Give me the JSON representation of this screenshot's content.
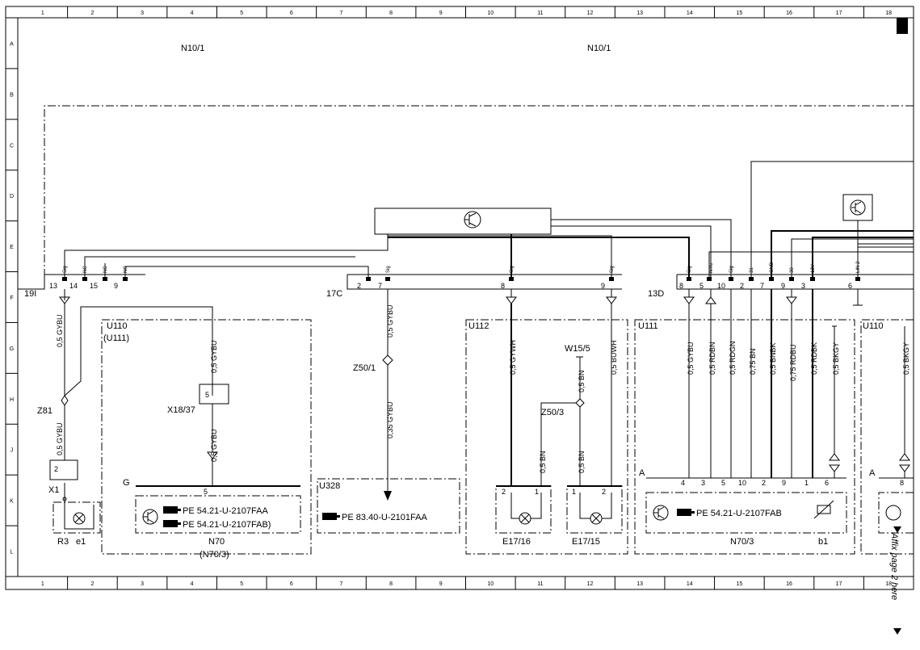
{
  "frame": {
    "columns": [
      "1",
      "2",
      "3",
      "4",
      "5",
      "6",
      "7",
      "8",
      "9",
      "10",
      "11",
      "12",
      "13",
      "14",
      "15",
      "16",
      "17",
      "18"
    ],
    "rows": [
      "A",
      "B",
      "C",
      "D",
      "E",
      "F",
      "G",
      "H",
      "J",
      "K",
      "L"
    ]
  },
  "components": {
    "n10_1_left": "N10/1",
    "n10_1_right": "N10/1",
    "conn_19i": "19I",
    "conn_17c": "17C",
    "conn_13d": "13D",
    "u110": "U110",
    "u111_paren": "(U111)",
    "u112": "U112",
    "u111": "U111",
    "u110_right": "U110",
    "u328": "U328",
    "z81": "Z81",
    "z50_1": "Z50/1",
    "z50_3": "Z50/3",
    "w15_5": "W15/5",
    "x18_37": "X18/37",
    "x1": "X1",
    "r3": "R3",
    "e1": "e1",
    "g": "G",
    "n70": "N70",
    "n70_3_paren": "(N70/3)",
    "e17_16": "E17/16",
    "e17_15": "E17/15",
    "n70_3": "N70/3",
    "b1": "b1",
    "a_left": "A",
    "a_right": "A"
  },
  "pin_labels": {
    "p13": "13",
    "p14": "14",
    "p15": "15",
    "p9a": "9",
    "p2a": "2",
    "p7a": "7",
    "p8a": "8",
    "p9b": "9",
    "p8b": "8",
    "p5a": "5",
    "p10a": "10",
    "p2b": "2",
    "p7b": "7",
    "p9c": "9",
    "p3a": "3",
    "p6a": "6",
    "x1_2": "2",
    "x18_5": "5",
    "g_5": "5",
    "e16_2": "2",
    "e16_1": "1",
    "e15_1": "1",
    "e15_2": "2",
    "a4": "4",
    "a3": "3",
    "a5": "5",
    "a10": "10",
    "a2": "2",
    "a9": "9",
    "a1": "1",
    "a6": "6",
    "ar8": "8"
  },
  "signal_labels": {
    "s_sig": "Sig",
    "s_nc1": "NC",
    "s_nc2": "NC",
    "s_nc3": "NC",
    "s_sig2": "Sig",
    "s_sig3": "Sig",
    "s_sig4": "Sig",
    "s_sig5": "Sig",
    "s_ntc": "NTC",
    "s_sig6": "Sig",
    "s_31": "31",
    "s_gnd": "GND",
    "s_30": "30",
    "s_12v": "12V",
    "s_lin2": "LIN 2"
  },
  "wires": {
    "w_gybu_1": "0,5 GYBU",
    "w_gybu_2": "0,5 GYBU",
    "w_gybu_3": "0,5 GYBU",
    "w_gybu_4": "0,5 GYBU",
    "w_gybu_5": "0,5 GYBU",
    "w_035_gybu": "0,35 GYBU",
    "w_gywh": "0,5 GYWH",
    "w_buwh": "0,5 BUWH",
    "w_bn_1": "0,5 BN",
    "w_bn_2": "0,5 BN",
    "w_bn_3": "0,5 BN",
    "w_gybu_6": "0,5 GYBU",
    "w_rdbn": "0,5 RDBN",
    "w_rdgn": "0,5 RDGN",
    "w_075_bn": "0,75 BN",
    "w_bnbk": "0,5 BNBK",
    "w_075_rdbu": "0,75 RDBU",
    "w_rdbk": "0,5 RDBK",
    "w_bkgy": "0,5 BKGY",
    "w_bkgy_2": "0,5 BKGY"
  },
  "references": {
    "ref_1": "PE 54.21-U-2107FAA",
    "ref_2": "PE 54.21-U-2107FAB)",
    "ref_3": "PE 83.40-U-2101FAA",
    "ref_4": "PE 54.21-U-2107FAB"
  },
  "note": {
    "affix": "Affix page 2 here"
  }
}
